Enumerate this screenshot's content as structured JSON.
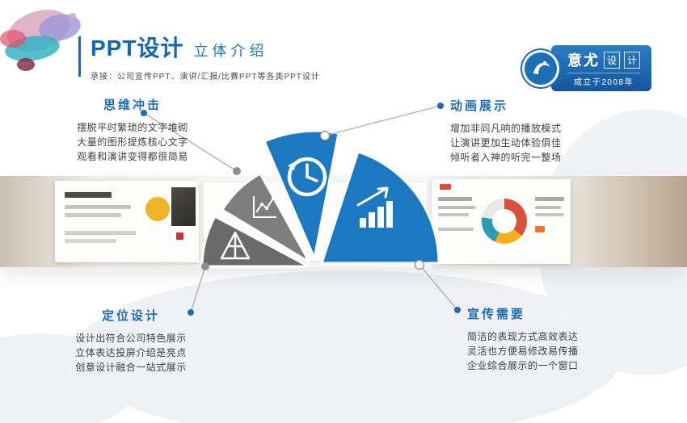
{
  "header": {
    "title": "PPT设计",
    "subtitle": "立体介绍",
    "tagline": "承接：公司宣传PPT、演讲/汇报/比赛PPT等各类PPT设计"
  },
  "logo": {
    "icon": "paint-bird-icon",
    "brand_bold": "意尤",
    "brand_light_chars": [
      "设",
      "计"
    ],
    "since": "成立于2008年"
  },
  "callouts": {
    "top_left": {
      "title": "思维冲击",
      "lines": [
        "摆脱平时繁琐的文字堆砌",
        "大量的图形提炼核心文字",
        "观看和演讲变得都很简易"
      ]
    },
    "top_right": {
      "title": "动画展示",
      "lines": [
        "增加非同凡响的播放模式",
        "让演讲更加生动体验俱佳",
        "倾听者入神的听完一整场"
      ]
    },
    "bottom_left": {
      "title": "定位设计",
      "lines": [
        "设计出符合公司特色展示",
        "立体表达投屏介绍是亮点",
        "创意设计融合一站式展示"
      ]
    },
    "bottom_right": {
      "title": "宣传需要",
      "lines": [
        "简洁的表现方式高效表达",
        "灵活也方便易修改易传播",
        "企业综合展示的一个窗口"
      ]
    }
  },
  "fan": {
    "wedges": [
      {
        "name": "pyramid",
        "icon": "pyramid-icon",
        "color": "#6a6a6a"
      },
      {
        "name": "line-chart",
        "icon": "line-chart-icon",
        "color": "#7e7e7e"
      },
      {
        "name": "history-clock",
        "icon": "clock-icon",
        "color": "#1d78c2"
      },
      {
        "name": "growth-bars",
        "icon": "bar-chart-icon",
        "color": "#1d78c2"
      }
    ]
  },
  "colors": {
    "accent": "#1b6cb3",
    "fan_blue": "#1d78c2",
    "wedge_gray": "#6a6a6a",
    "body_text": "#3f3f3f"
  }
}
